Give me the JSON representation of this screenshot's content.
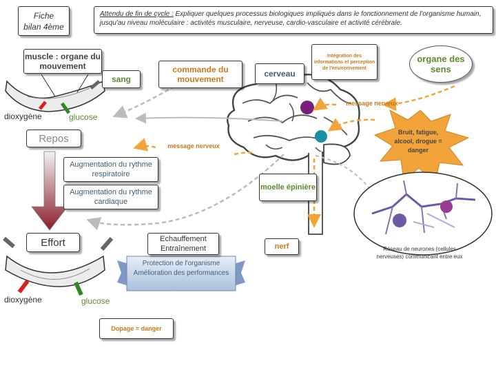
{
  "header": {
    "fiche_line1": "Fiche",
    "fiche_line2": "bilan 4ème",
    "attendu_label": "Attendu de fin de cycle :",
    "attendu_text": "Expliquer quelques processus biologiques impliqués dans le fonctionnement de l'organisme humain, jusqu'au niveau moléculaire : activités musculaire, nerveuse, cardio-vasculaire et activité cérébrale."
  },
  "nodes": {
    "muscle": "muscle : organe du mouvement",
    "sang": "sang",
    "commande": "commande du mouvement",
    "cerveau": "cerveau",
    "integration": "Intégration des informations et perception de l'environnement",
    "organe_sens": "organe des sens",
    "message_top": "message nerveux",
    "repos": "Repos",
    "message_mid": "message nerveux",
    "augm_resp": "Augmentation du rythme respiratoire",
    "augm_card": "Augmentation du rythme cardiaque",
    "moelle": "moelle épinière",
    "effort": "Effort",
    "echauffement": "Echauffement Entraînement",
    "nerf": "nerf",
    "dopage": "Dopage = danger",
    "danger": "Bruit, fatigue, alcool, drogue = danger",
    "reseau": "Réseau de neurones (cellules nerveuses) communicant entre eux",
    "protection_1": "Protection de l'organisme",
    "protection_2": "Amélioration des performances"
  },
  "labels": {
    "dioxygene": "dioxygène",
    "glucose": "glucose"
  },
  "colors": {
    "orange": "#c9791e",
    "green": "#5d8a2c",
    "slate": "#3e5f77",
    "red_arrow": "#d9201e",
    "green_arrow": "#2e8a1e",
    "dashed": "#bbbbbb",
    "burst": "#f2a33a",
    "purple": "#7a1e7a",
    "teal": "#1b8fa6"
  }
}
